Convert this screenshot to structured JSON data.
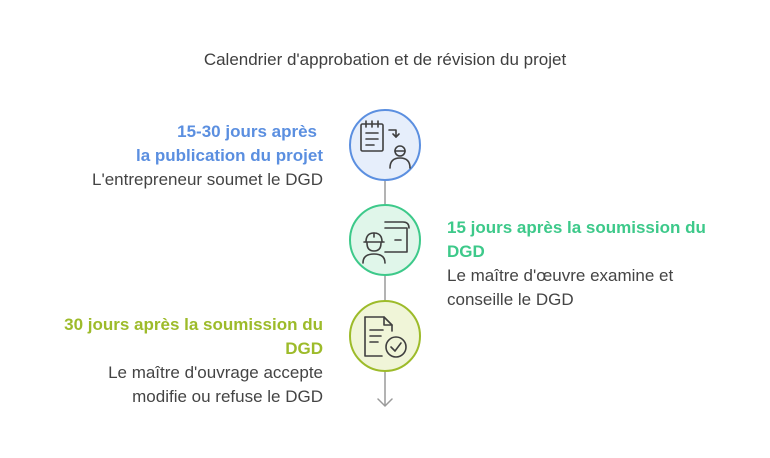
{
  "title": "Calendrier d'approbation et de révision du projet",
  "colors": {
    "step1": "#5b8fe0",
    "step1_fill": "#e6eefb",
    "step2": "#3dc98a",
    "step2_fill": "#e0f6ea",
    "step3": "#9dbb2a",
    "step3_fill": "#f0f5d8",
    "line": "#9a9a9a"
  },
  "steps": [
    {
      "heading_line1": "15-30 jours après",
      "heading_line2": "la publication du projet",
      "desc_line1": "L'entrepreneur soumet le DGD",
      "icon": "document-transfer-person-icon"
    },
    {
      "heading_line1": "15 jours après la soumission du",
      "heading_line2": "DGD",
      "desc_line1": "Le maître d'œuvre examine et",
      "desc_line2": "conseille le DGD",
      "icon": "engineer-blueprint-icon"
    },
    {
      "heading_line1": "30 jours après la soumission du",
      "heading_line2": "DGD",
      "desc_line1": "Le maître d'ouvrage accepte",
      "desc_line2": "modifie ou refuse le DGD",
      "icon": "document-approved-icon"
    }
  ]
}
